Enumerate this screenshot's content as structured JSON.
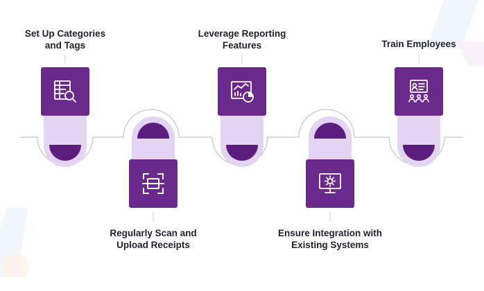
{
  "steps": [
    {
      "id": "categories",
      "position": "top",
      "lines": [
        "Set Up Categories",
        "and Tags"
      ],
      "icon": "table-search-icon"
    },
    {
      "id": "scan",
      "position": "bottom",
      "lines": [
        "Regularly Scan and",
        "Upload Receipts"
      ],
      "icon": "receipt-scan-icon"
    },
    {
      "id": "reporting",
      "position": "top",
      "lines": [
        "Leverage Reporting",
        "Features"
      ],
      "icon": "report-chart-icon"
    },
    {
      "id": "integration",
      "position": "bottom",
      "lines": [
        "Ensure Integration with",
        "Existing Systems"
      ],
      "icon": "monitor-gear-icon"
    },
    {
      "id": "train",
      "position": "top",
      "lines": [
        "Train Employees"
      ],
      "icon": "presentation-team-icon"
    }
  ],
  "colors": {
    "box": "#6a2a8c",
    "pill_light": "#e4d4f3",
    "pill_dark": "#5b1d7e",
    "line": "#cfcfd6",
    "text": "#1f1f2e"
  }
}
